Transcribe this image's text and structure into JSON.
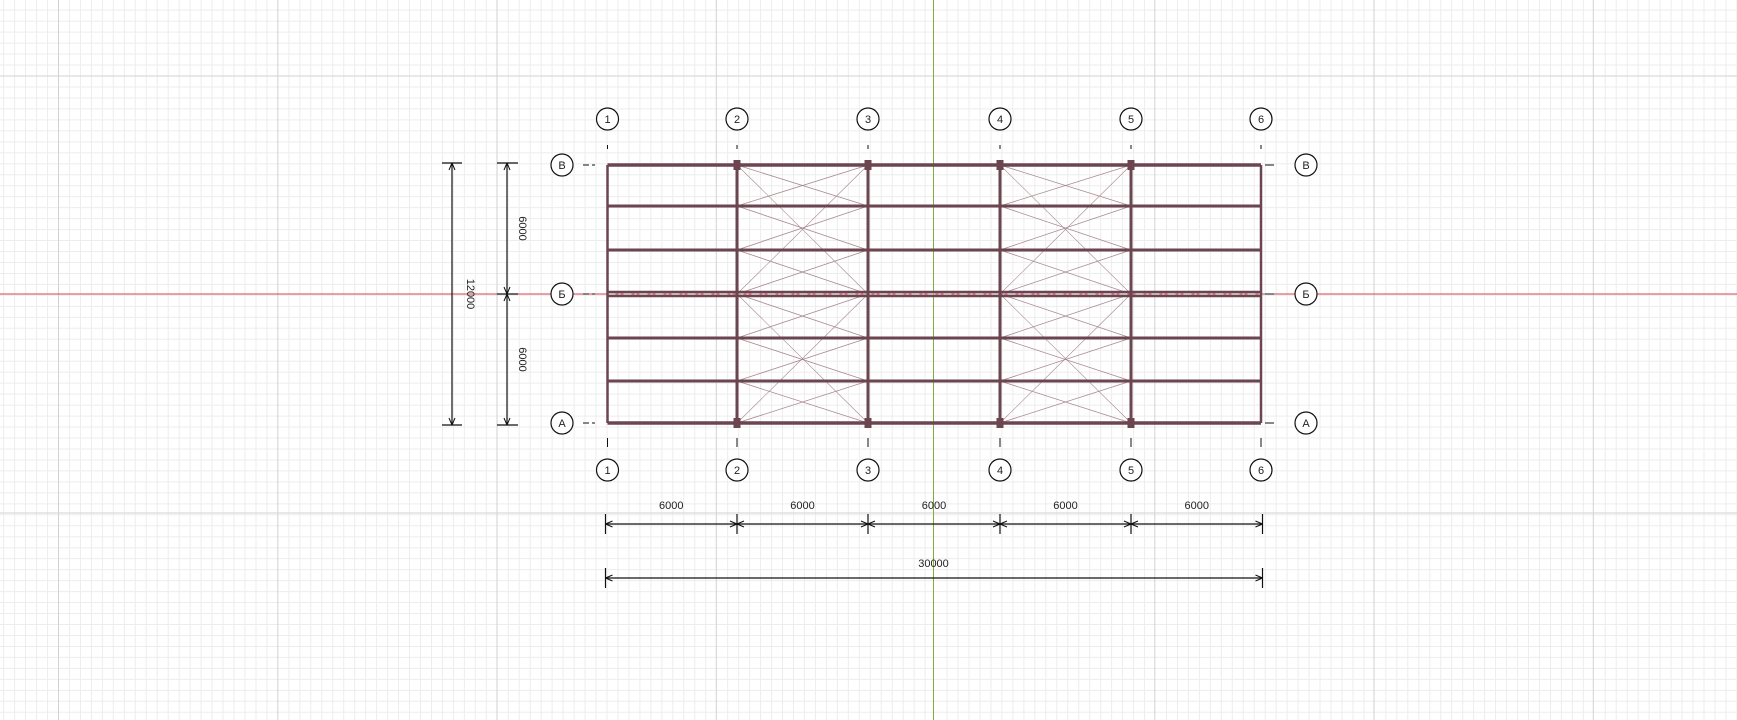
{
  "drawing": {
    "colors": {
      "background": "#ffffff",
      "grid_minor": "#ededed",
      "grid_major": "#d2d2d2",
      "x_axis": "#d4404c",
      "y_axis": "#7fae3a",
      "frame": "#6b4550",
      "bracing": "#a88890",
      "dimension": "#111111"
    },
    "column_axes": [
      {
        "label": "1"
      },
      {
        "label": "2"
      },
      {
        "label": "3"
      },
      {
        "label": "4"
      },
      {
        "label": "5"
      },
      {
        "label": "6"
      }
    ],
    "row_axes": [
      {
        "label": "В"
      },
      {
        "label": "Б"
      },
      {
        "label": "А"
      }
    ],
    "horizontal_dimensions": {
      "spans": [
        "6000",
        "6000",
        "6000",
        "6000",
        "6000"
      ],
      "total": "30000"
    },
    "vertical_dimensions": {
      "spans": [
        "6000",
        "6000"
      ],
      "total": "12000"
    }
  }
}
